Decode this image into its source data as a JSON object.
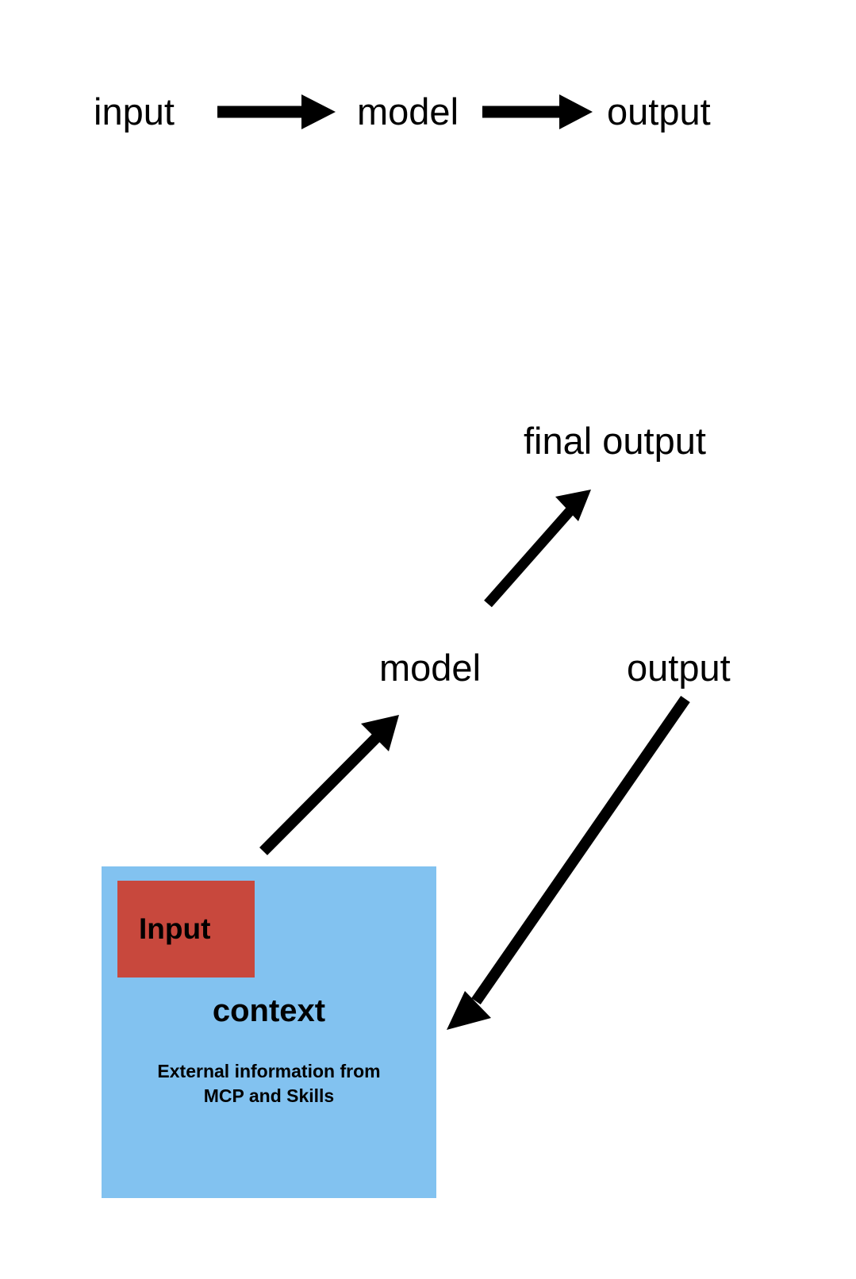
{
  "diagram": {
    "background_color": "#ffffff",
    "stroke_color": "#000000",
    "context_box_color": "#82c2f0",
    "input_box_color": "#c8483d",
    "top_flow": {
      "input_label": "input",
      "model_label": "model",
      "output_label": "output"
    },
    "bottom_flow": {
      "final_output_label": "final output",
      "model_label": "model",
      "output_label": "output"
    },
    "context_box": {
      "input_label": "Input",
      "title": "context",
      "caption_line_1": "External information from",
      "caption_line_2": "MCP and Skills"
    },
    "arrows": {
      "input_to_model": "arrow-right",
      "model_to_output": "arrow-right",
      "model_to_final_output": "arrow-up-right",
      "context_to_model": "arrow-up-right",
      "output_to_context": "arrow-down-left"
    }
  }
}
